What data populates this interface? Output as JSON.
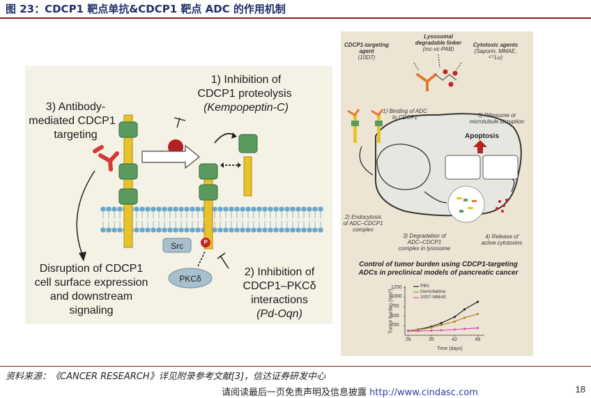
{
  "title": "图 23：CDCP1 靶点单抗&CDCP1 靶点 ADC 的作用机制",
  "source": "资料来源：《CANCER RESEARCH》详见附录参考文献[3]，信达证券研发中心",
  "footer": {
    "text": "请阅读最后一页免责声明及信息披露",
    "url": "http://www.cindasc.com",
    "page": "18"
  },
  "left_panel": {
    "inhib1_line1": "1) Inhibition of",
    "inhib1_line2": "CDCP1 proteolysis",
    "inhib1_drug": "(Kempopeptin-C)",
    "ab_line1": "3) Antibody-",
    "ab_line2": "mediated CDCP1",
    "ab_line3": "targeting",
    "disrupt_line1": "Disruption of CDCP1",
    "disrupt_line2": "cell surface expression",
    "disrupt_line3": "and downstream",
    "disrupt_line4": "signaling",
    "inhib2_line1": "2) Inhibition of",
    "inhib2_line2": "CDCP1–PKCδ",
    "inhib2_line3": "interactions",
    "inhib2_drug": "(Pd-Oqn)",
    "src": "Src",
    "pkc": "PKCδ",
    "p": "P"
  },
  "right_panel": {
    "agent_line1": "CDCP1-targeting",
    "agent_line2": "agent",
    "agent_line3": "(10D7)",
    "linker_line1": "Lysosomal",
    "linker_line2": "degradable linker",
    "linker_line3": "(mc-vc-PAB)",
    "cyto_line1": "Cytotoxic agents",
    "cyto_line2": "(Saporin, MMAE,",
    "cyto_line3": "¹⁷⁷Lu)",
    "step1_line1": "1) Binding of ADC",
    "step1_line2": "to CDCP1",
    "step5_line1": "5) Ribosome or",
    "step5_line2": "microtubule disruption",
    "apoptosis": "Apoptosis",
    "step2_line1": "2) Endocytosis",
    "step2_line2": "of ADC–CDCP1",
    "step2_line3": "complex",
    "step3_line1": "3) Degradation of",
    "step3_line2": "ADC–CDCP1",
    "step3_line3": "complex in lysosome",
    "step4_line1": "4) Release of",
    "step4_line2": "active cytotoxins",
    "chart_title_line1": "Control of tumor burden using CDCP1-targeting",
    "chart_title_line2": "ADCs in preclinical models of pancreatic cancer"
  },
  "colors": {
    "title": "#1f2f6a",
    "rule": "#8e1b1b",
    "receptor_gold": "#e8c22a",
    "domain_green": "#5a9a5e",
    "antibody_red": "#d43a3a",
    "apoptosis_arrow": "#b3261e",
    "pbs": "#222222",
    "gemcitabine": "#b5862a",
    "adc": "#d94fb0"
  },
  "chart_data": {
    "type": "line",
    "xlabel": "Time (days)",
    "ylabel": "Tumor burden (mm³)",
    "x": [
      28,
      31,
      35,
      38,
      42,
      45,
      49
    ],
    "xticks": [
      28,
      35,
      42,
      49
    ],
    "yticks": [
      250,
      500,
      750,
      1000,
      1250
    ],
    "xlim": [
      27,
      51
    ],
    "ylim": [
      0,
      1300
    ],
    "series": [
      {
        "name": "PBS",
        "values": [
          120,
          150,
          230,
          320,
          480,
          680,
          880
        ],
        "color": "#222222"
      },
      {
        "name": "Gemcitabine",
        "values": [
          120,
          140,
          200,
          270,
          360,
          460,
          560
        ],
        "color": "#b5862a"
      },
      {
        "name": "10D7-MMAE",
        "values": [
          110,
          110,
          120,
          130,
          150,
          170,
          190
        ],
        "color": "#d94fb0"
      }
    ]
  }
}
